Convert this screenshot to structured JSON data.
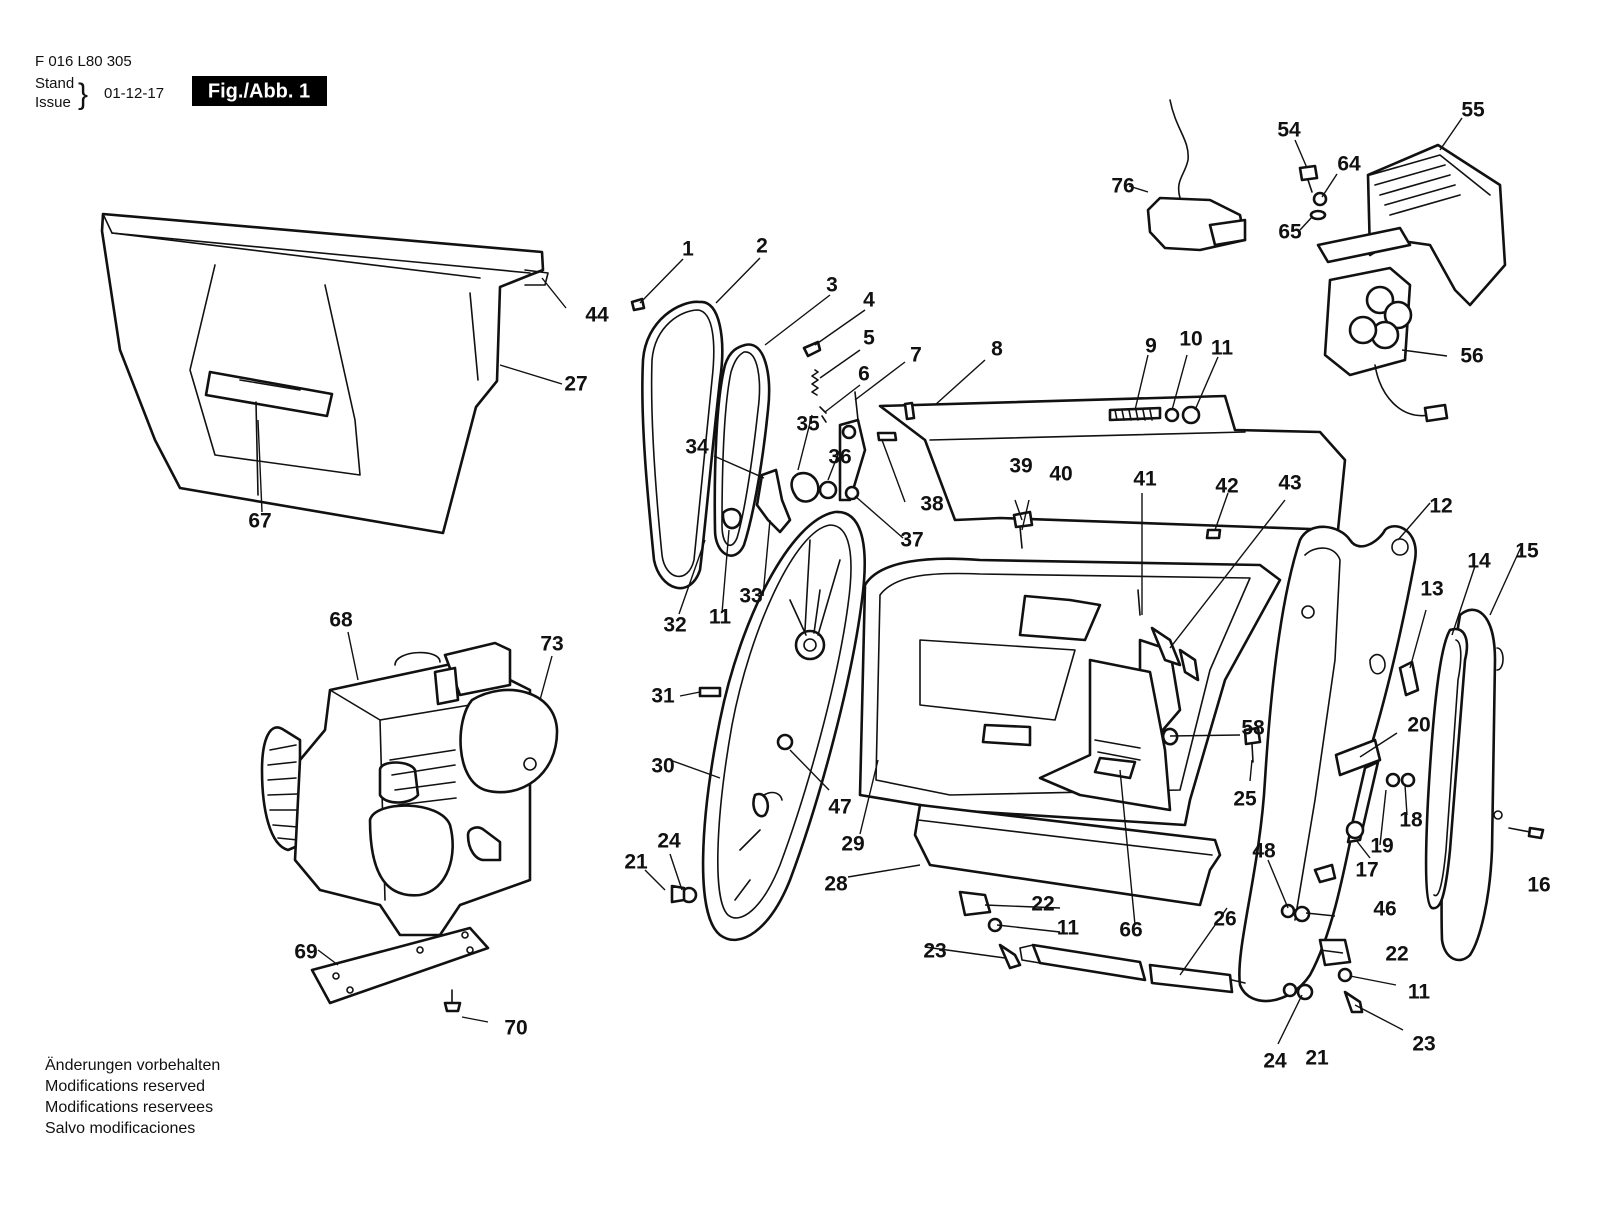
{
  "header": {
    "doc_number": "F 016 L80 305",
    "stand_label": "Stand",
    "issue_label": "Issue",
    "date": "01-12-17",
    "figure_label": "Fig./Abb. 1"
  },
  "notes": [
    "Änderungen vorbehalten",
    "Modifications reserved",
    "Modifications reservees",
    "Salvo modificaciones"
  ],
  "part_labels": [
    "1",
    "2",
    "3",
    "4",
    "5",
    "6",
    "7",
    "8",
    "9",
    "10",
    "11",
    "12",
    "13",
    "14",
    "15",
    "16",
    "17",
    "18",
    "19",
    "20",
    "21",
    "22",
    "23",
    "24",
    "25",
    "26",
    "27",
    "28",
    "29",
    "30",
    "31",
    "32",
    "33",
    "34",
    "35",
    "36",
    "37",
    "38",
    "39",
    "40",
    "41",
    "42",
    "43",
    "44",
    "47",
    "48",
    "54",
    "55",
    "56",
    "58",
    "64",
    "65",
    "66",
    "67",
    "68",
    "69",
    "70",
    "73",
    "76"
  ]
}
